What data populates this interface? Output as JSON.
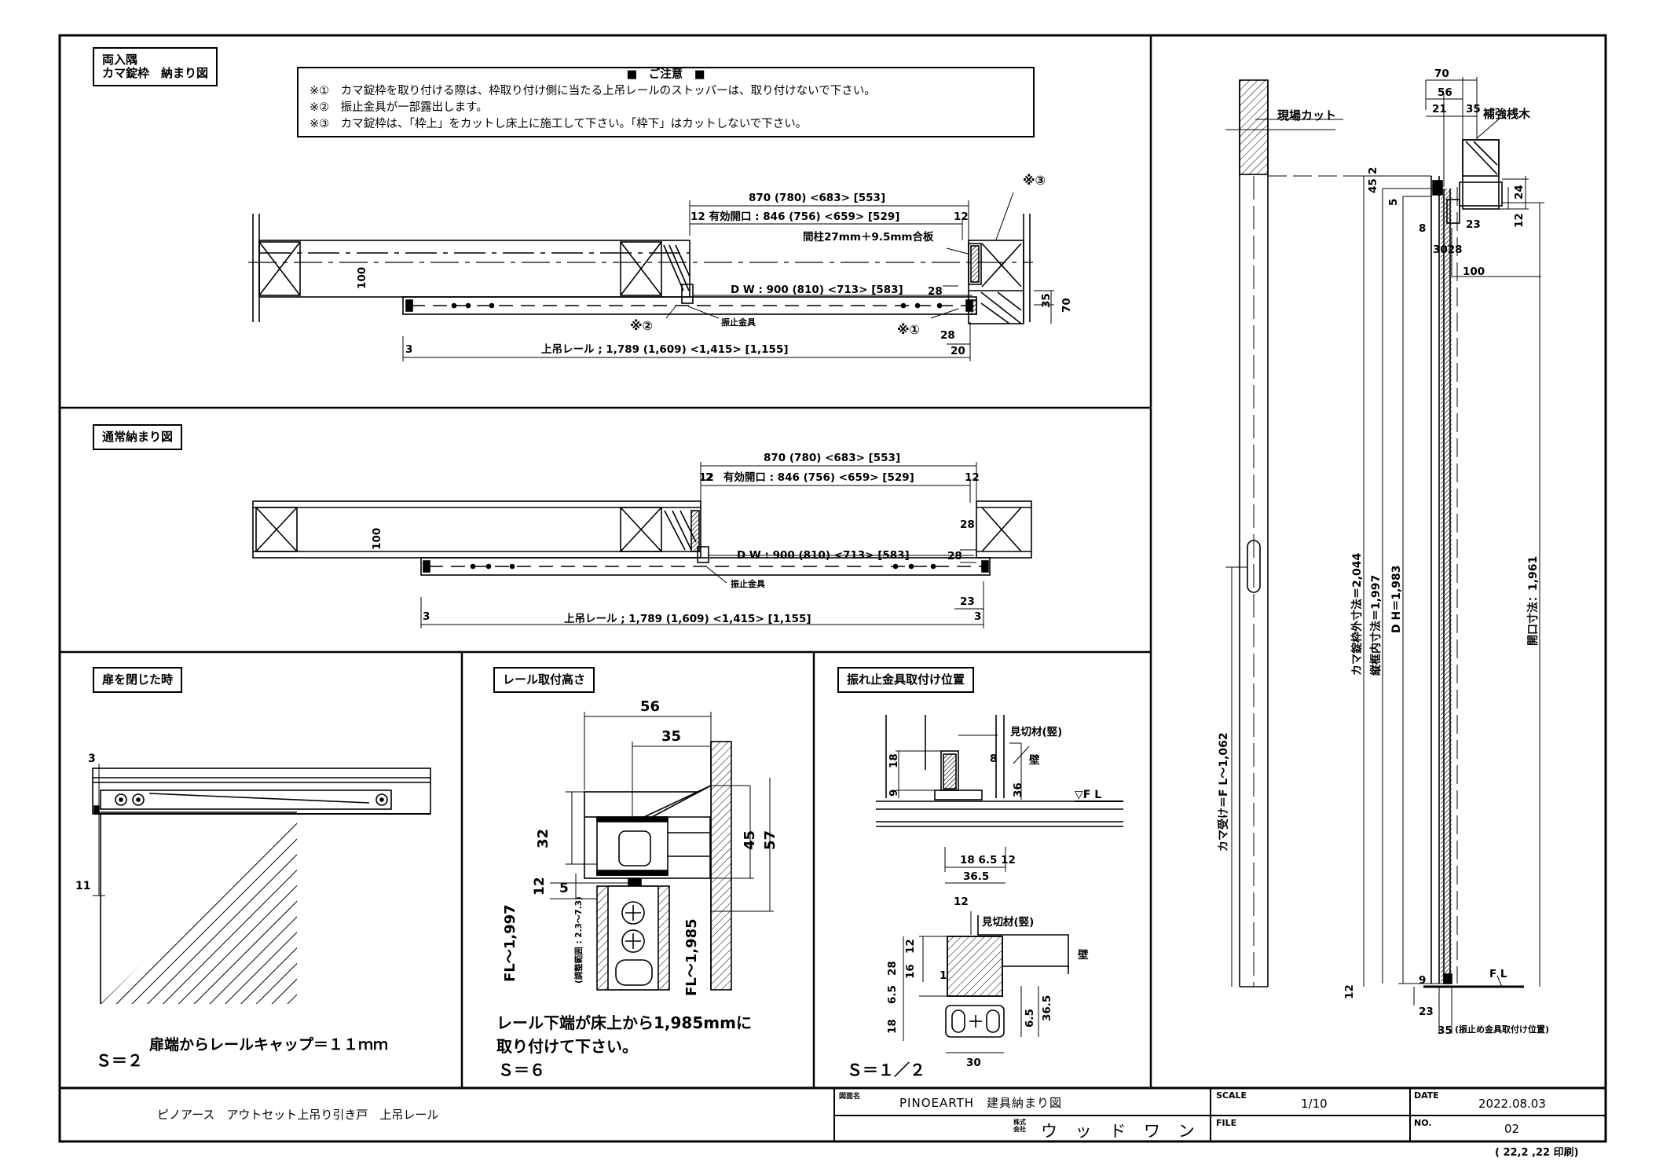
{
  "labels": {
    "panel1": [
      "両入隅",
      "カマ錠枠　納まり図"
    ],
    "panel2": "通常納まり図",
    "panel3": "扉を閉じた時",
    "panel4": "レール取付高さ",
    "panel5": "振れ止金具取付け位置"
  },
  "notes": {
    "heading": "■　ご注意　■",
    "lines": [
      "※①　カマ錠枠を取り付ける際は、枠取り付け側に当たる上吊レールのストッパーは、取り付けないで下さい。",
      "※②　振止金具が一部露出します。",
      "※③　カマ錠枠は、「枠上」をカットし床上に施工して下さい。「枠下」はカットしないで下さい。"
    ]
  },
  "plan1": {
    "dim_overall": "870 (780) <683> [553]",
    "dim_opening": "12 有効開口 : 846 (756) <659> [529]",
    "dim_12a": "12",
    "dim_dw": "D W : 900 (810) <713> [583]",
    "dim_rail": "上吊レール ; 1,789 (1,609) <1,415> [1,155]",
    "dim_3": "3",
    "dim_100": "100",
    "dim_28a": "28",
    "dim_28b": "28",
    "dim_20": "20",
    "dim_35": "35",
    "dim_70": "70",
    "post_note": "間柱27mm＋9.5mm合板",
    "mark1": "※①",
    "mark2": "※②",
    "mark3": "※③",
    "stopper": "振止金具"
  },
  "plan2": {
    "dim_overall": "870 (780) <683> [553]",
    "dim_opening": "2　有効開口 : 846 (756) <659> [529]",
    "dim_12": "12",
    "dim_12b": "12",
    "dim_dw": "D W : 900 (810) <713> [583]",
    "dim_rail": "上吊レール ; 1,789 (1,609) <1,415> [1,155]",
    "dim_3a": "3",
    "dim_3b": "3",
    "dim_100": "100",
    "dim_28a": "28",
    "dim_28b": "28",
    "dim_23": "23",
    "stopper": "振止金具"
  },
  "closed": {
    "dim_3": "3",
    "dim_11": "11",
    "caption": "扉端からレールキャップ＝１１ｍｍ",
    "scale": "Ｓ＝２"
  },
  "rail": {
    "dim_56": "56",
    "dim_35": "35",
    "dim_32": "32",
    "dim_45": "45",
    "dim_57": "57",
    "dim_12": "12",
    "dim_5": "5",
    "dim_fl1997": "FL～1,997",
    "dim_fl1985": "FL～1,985",
    "adjust": "(調整範囲 : 2.3～7.3)",
    "caption": [
      "レール下端が床上から1,985mmに",
      "取り付けて下さい。"
    ],
    "scale": "Ｓ＝６"
  },
  "stop": {
    "dim_18": "18",
    "dim_8": "8",
    "dim_9": "9",
    "dim_36": "36",
    "fl": "▽F L",
    "wall": "壁",
    "mikiri": "見切材(竪)",
    "dims_row": "18 6.5 12",
    "dim_365": "36.5",
    "dim_12b": "12",
    "mikiri2": "見切材(竪)",
    "wall2": "壁",
    "dim_28": "28",
    "dim_12c": "12",
    "dim_16": "16",
    "dim_1": "1",
    "dim_18b": "18",
    "dim_65": "6.5",
    "dim_65b": "6.5",
    "dim_365b": "36.5",
    "dim_30": "30",
    "scale": "Ｓ＝１／２"
  },
  "elevation": {
    "site_cut": "現場カット",
    "dim_45": "45",
    "dim_2": "2",
    "dim_5": "5",
    "dim_70": "70",
    "dim_56": "56",
    "dim_21": "21",
    "dim_35": "35",
    "reinforce": "補強桟木",
    "dim_24": "24",
    "dim_12": "12",
    "dim_8": "8",
    "dim_23": "23",
    "dim_3028": "3028",
    "dim_100": "100",
    "kama_outer": "カマ錠枠外寸法＝2,044",
    "frame_inner": "縦框内寸法＝1,997",
    "dh": "D H＝1,983",
    "opening": "開口寸法：1,961",
    "kama_recv": "カマ受け＝F L～1,062",
    "dim_9": "9",
    "dim_12b": "12",
    "fl": "F L",
    "dim_23b": "23",
    "dim_35b": "35",
    "stop_pos": "(振止め金具取付け位置)"
  },
  "titleblock": {
    "product": "ピノアース　アウトセット上吊り引き戸　上吊レール",
    "drawing_label": "図面名",
    "drawing_name": "PINOEARTH　建具納まり図",
    "company_prefix": "株式\n会社",
    "company": "ウ ッ ド ワ ン",
    "scale_label": "SCALE",
    "scale_value": "1/10",
    "file_label": "FILE",
    "date_label": "DATE",
    "date_value": "2022.08.03",
    "no_label": "NO.",
    "no_value": "02",
    "print_note": "( 22,2 ,22 印刷)"
  },
  "colors": {
    "line": "#000000",
    "paper": "#ffffff"
  }
}
